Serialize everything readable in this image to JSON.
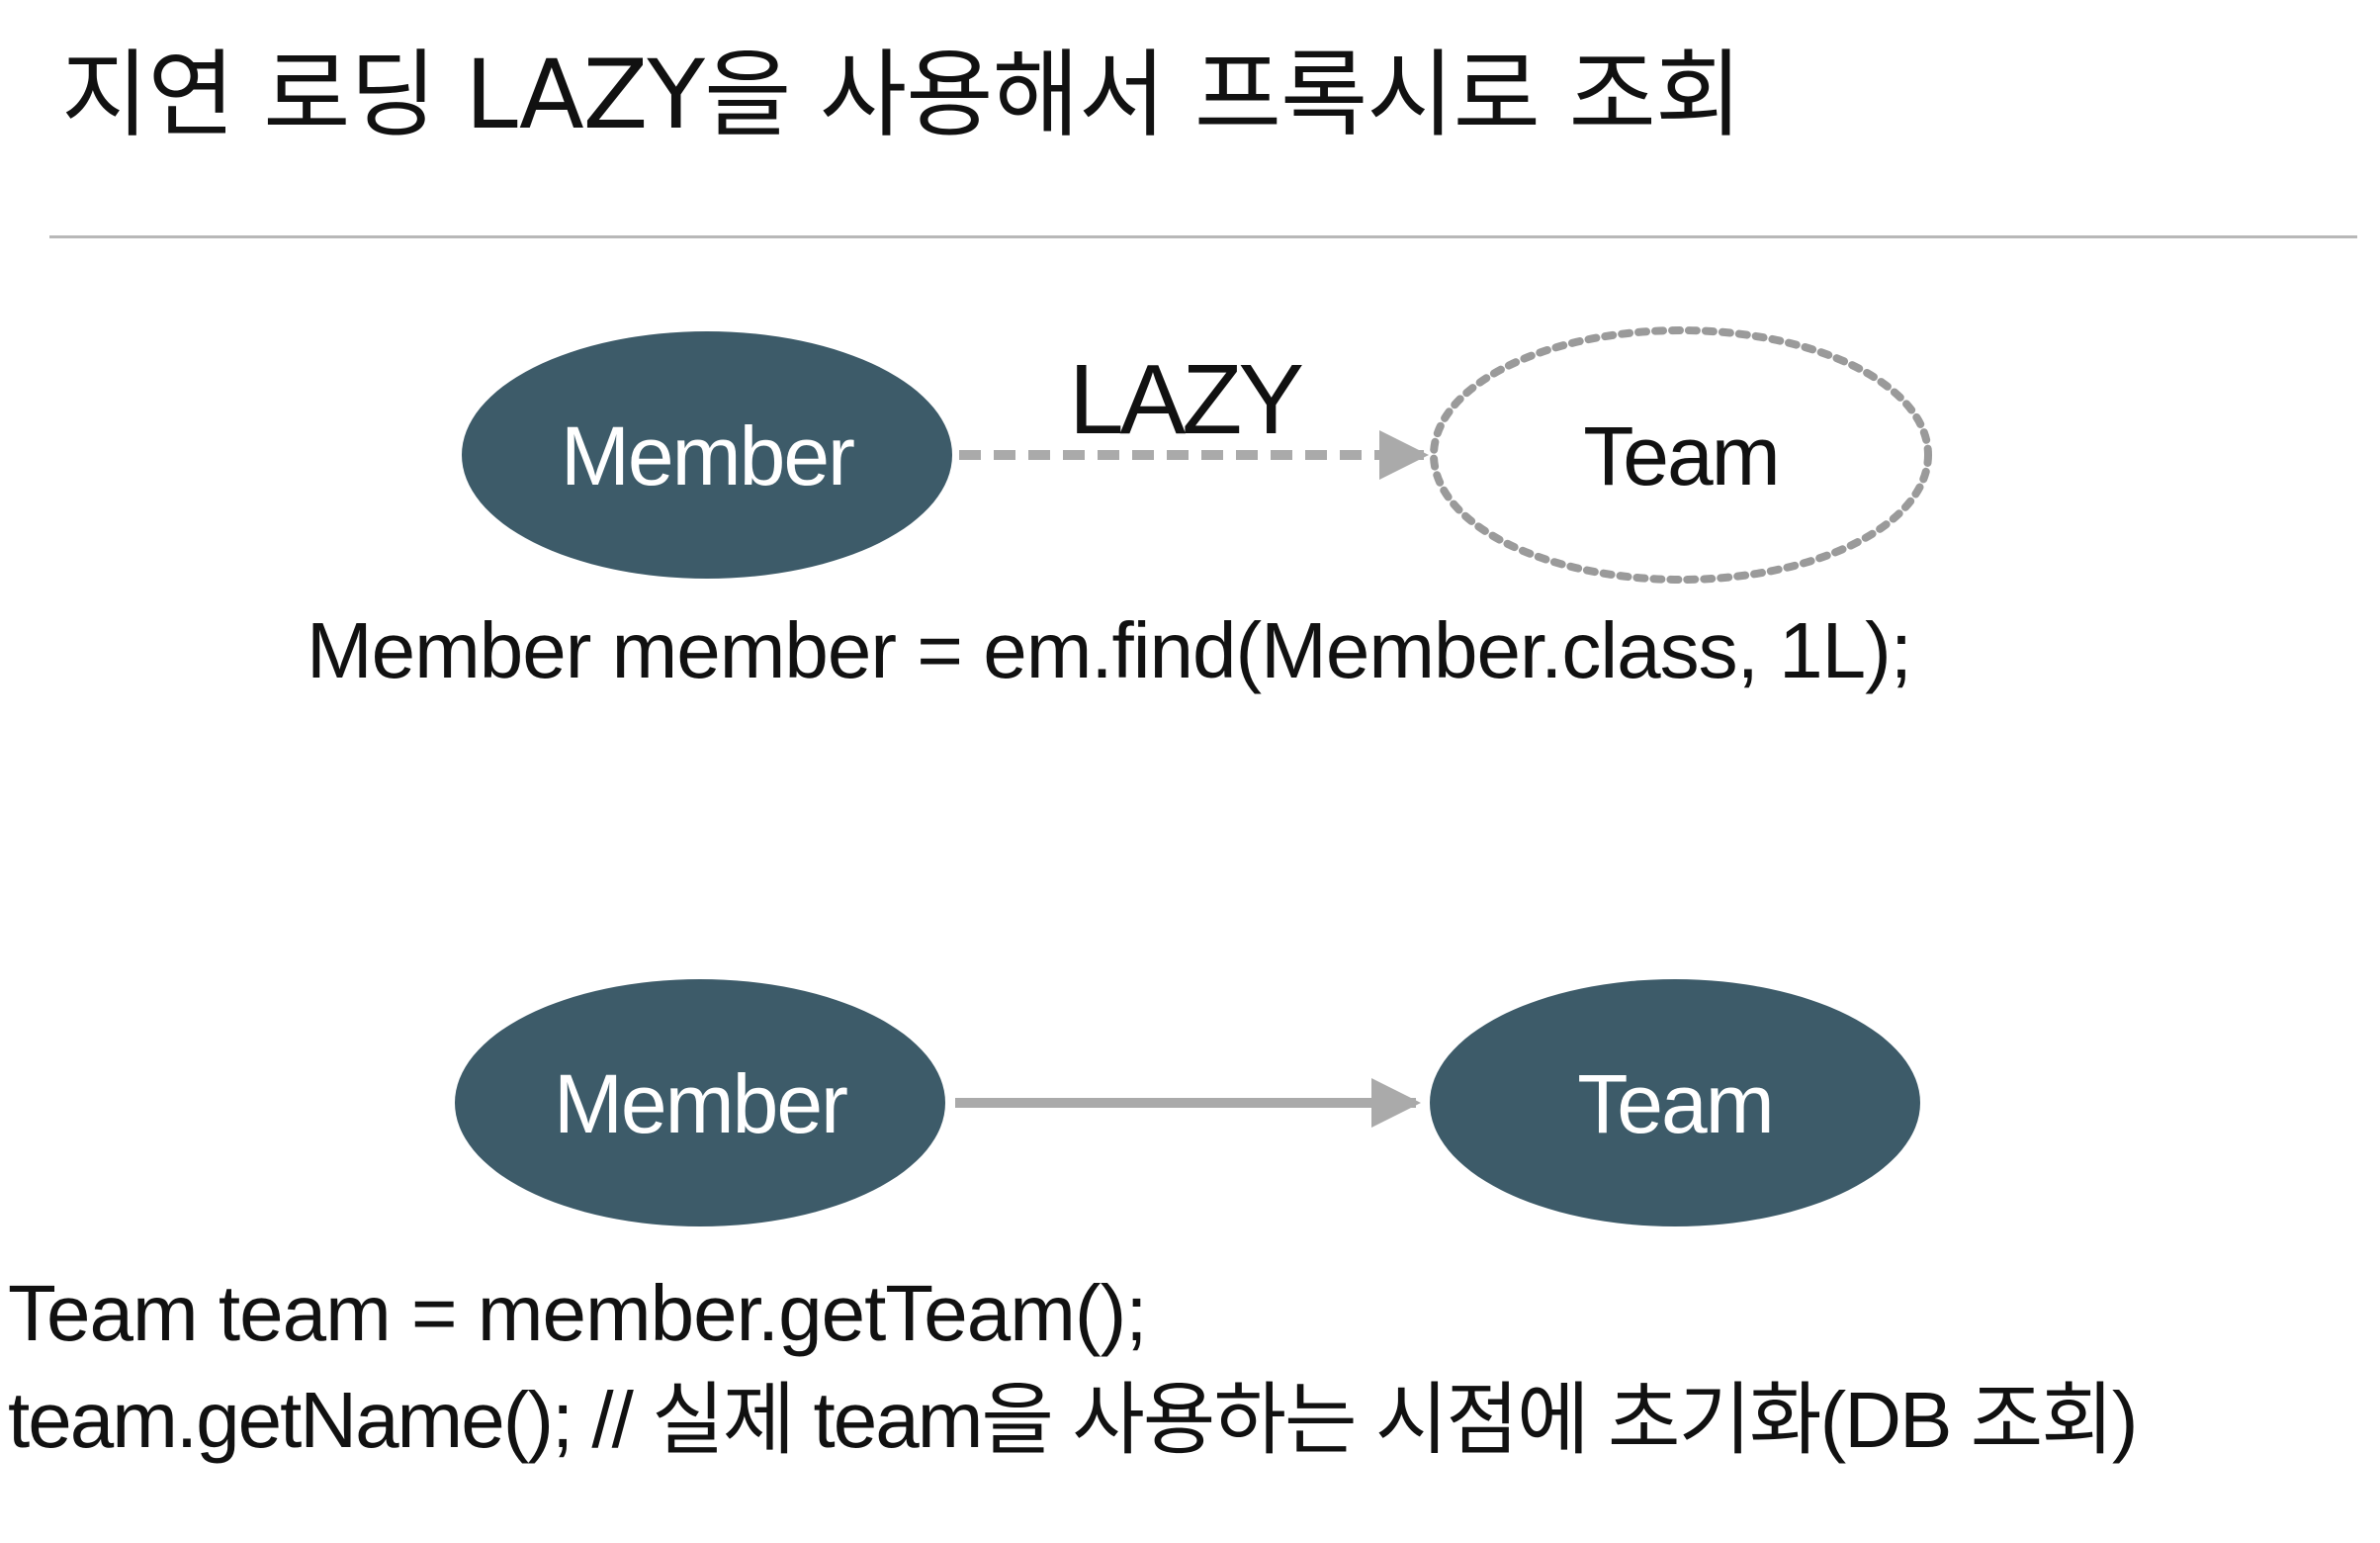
{
  "title": "지연 로딩 LAZY을 사용해서 프록시로 조회",
  "colors": {
    "entity_fill": "#3d5b69",
    "entity_text": "#ffffff",
    "proxy_stroke": "#9a9a9a",
    "arrow": "#aaaaaa",
    "divider": "#b8b8b8"
  },
  "diagram_top": {
    "source": {
      "label": "Member",
      "style": "solid"
    },
    "edge": {
      "label": "LAZY",
      "style": "dashed"
    },
    "target": {
      "label": "Team",
      "style": "dotted-outline"
    }
  },
  "code_top": "Member member = em.find(Member.class, 1L);",
  "diagram_bottom": {
    "source": {
      "label": "Member",
      "style": "solid"
    },
    "edge": {
      "style": "solid"
    },
    "target": {
      "label": "Team",
      "style": "solid"
    }
  },
  "code_bottom": [
    "Team team = member.getTeam();",
    "team.getName(); // 실제 team을 사용하는 시점에 초기화(DB 조회)"
  ]
}
